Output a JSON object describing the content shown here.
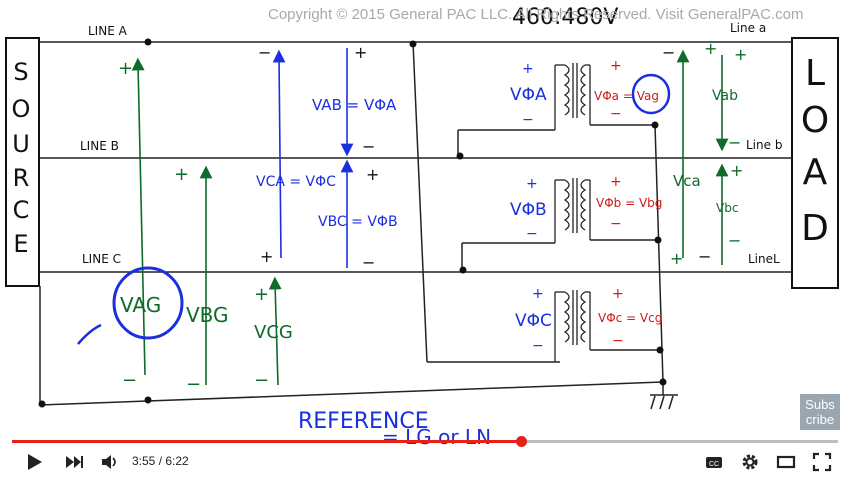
{
  "overlay": {
    "copyright": "Copyright © 2015 General PAC LLC. All Rights Reserved. Visit GeneralPAC.com",
    "subscribe": [
      "Subs",
      "cribe"
    ]
  },
  "player": {
    "current_time": "3:55",
    "duration": "6:22",
    "progress": 0.616,
    "accent_color": "#e62117"
  },
  "whiteboard": {
    "source_letters": [
      "S",
      "O",
      "U",
      "R",
      "C",
      "E"
    ],
    "load_letters": [
      "L",
      "O",
      "A",
      "D"
    ],
    "line_labels_left": [
      "LINE A",
      "LINE B",
      "LINE C"
    ],
    "line_labels_right": [
      "Line a",
      "Line b",
      "LineL"
    ],
    "transformer_ratio": "460:480V",
    "primary_labels": [
      "VΦA",
      "VΦB",
      "VΦC"
    ],
    "secondary_labels": [
      "VΦa = Vag",
      "VΦb = Vbg",
      "VΦc = Vcg"
    ],
    "left_voltages": {
      "vag": "VAG",
      "vbg": "VBG",
      "vcg": "VCG"
    },
    "line_voltages_primary": {
      "vab": "VAB = VΦA",
      "vca": "VCA = VΦC",
      "vbc": "VBC = VΦB"
    },
    "line_voltages_secondary": {
      "vca": "Vca",
      "vab": "Vab",
      "vbc": "Vbc"
    },
    "reference_text": "REFERENCE",
    "reference_sub": "= LG or LN",
    "colors": {
      "blue": "#1a2fe0",
      "green": "#0e6b2a",
      "red": "#d21a1a",
      "black": "#111111"
    }
  }
}
